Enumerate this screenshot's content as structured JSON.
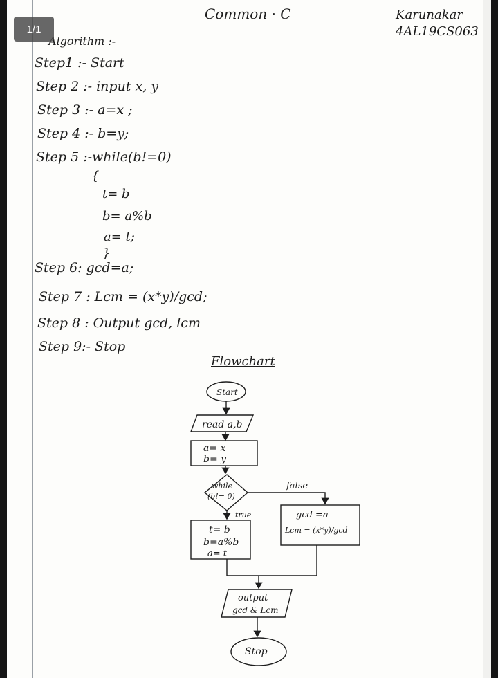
{
  "viewer": {
    "page_counter": "1/1"
  },
  "header": {
    "title": "Common · C",
    "author_name": "Karunakar",
    "author_id": "4AL19CS063"
  },
  "algorithm": {
    "heading": "Algorithm",
    "heading_suffix": ":-",
    "steps": [
      "Step1 :- Start",
      "Step 2 :- input x, y",
      "Step 3 :- a=x ;",
      "Step 4 :- b=y;",
      "Step 5 :-while(b!=0)"
    ],
    "loop_body": [
      "{",
      "t= b",
      "b= a%b",
      "a= t;",
      "}"
    ],
    "steps_after": [
      "Step 6: gcd=a;",
      "Step 7 : Lcm = (x*y)/gcd;",
      "Step 8 : Output gcd, lcm",
      "Step 9:- Stop"
    ]
  },
  "flowchart": {
    "title": "Flowchart",
    "start": "Start",
    "read": "read a,b",
    "assign_1": "a= x",
    "assign_2": "b= y",
    "decision_1": "while",
    "decision_2": "(b!= 0)",
    "label_false": "false",
    "label_true": "true",
    "loop_1": "t= b",
    "loop_2": "b=a%b",
    "loop_3": "a= t",
    "result_1": "gcd =a",
    "result_2": "Lcm = (x*y)/gcd",
    "output_1": "output",
    "output_2": "gcd & Lcm",
    "stop": "Stop"
  }
}
